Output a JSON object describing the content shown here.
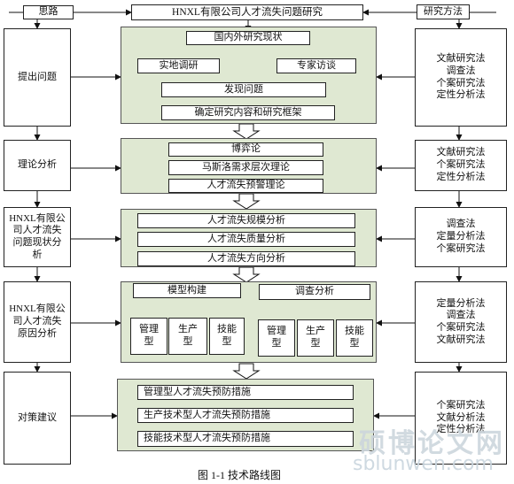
{
  "top": {
    "left_label": "思路",
    "title": "HNXL有限公司人才流失问题研究",
    "right_label": "研究方法"
  },
  "left_steps": [
    "提出问题",
    "理论分析",
    "HNXL有限公\n司人才流失\n问题现状分\n析",
    "HNXL有限公\n司人才流失\n原因分析",
    "对策建议"
  ],
  "right_methods": [
    "文献研究法\n调查法\n个案研究法\n定性分析法",
    "文献研究法\n个案研究法\n定性分析法",
    "调查法\n定量分析法\n个案研究法",
    "定量分析法\n调查法\n个案研究法\n文献研究法",
    "个案研究法\n文献分析法\n定性分析法"
  ],
  "stage1": {
    "research": "国内外研究现状",
    "field": "实地调研",
    "expert": "专家访谈",
    "discover": "发现问题",
    "framework": "确定研究内容和研究框架"
  },
  "stage2": [
    "博弈论",
    "马斯洛需求层次理论",
    "人才流失预警理论"
  ],
  "stage3": [
    "人才流失规模分析",
    "人才流失质量分析",
    "人才流失方向分析"
  ],
  "stage4": {
    "model": "模型构建",
    "survey": "调查分析",
    "model_items": [
      "管理\n型",
      "生产\n型",
      "技能\n型"
    ],
    "survey_items": [
      "管理\n型",
      "生产\n型",
      "技能\n型"
    ]
  },
  "stage5": [
    "管理型人才流失预防措施",
    "生产技术型人才流失预防措施",
    "技能技术型人才流失预防措施"
  ],
  "caption": "图 1-1    技术路线图",
  "watermark": {
    "text": "硕博论文网",
    "url": "sblunwen.com"
  }
}
